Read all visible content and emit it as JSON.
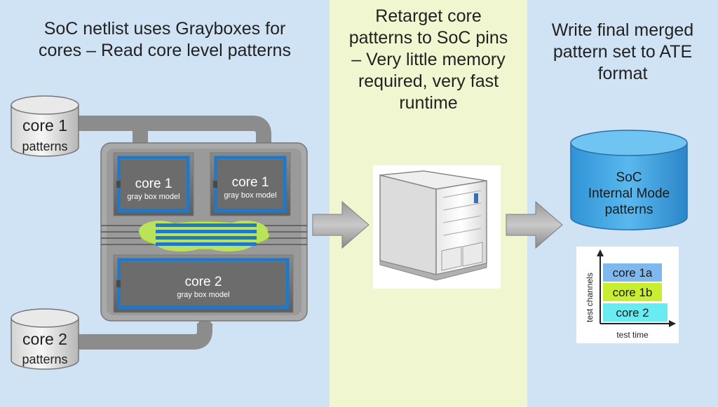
{
  "colors": {
    "blue_panel": "#cfe3f5",
    "green_panel": "#f0f7d0",
    "core_blue": "#1f78c8",
    "cloud_green": "#b9e35a",
    "db_blue": "#42a9e3",
    "bar_core1a": "#7fb8ee",
    "bar_core1b": "#c7ef2f",
    "bar_core2": "#68ecf2"
  },
  "headings": {
    "left_line1": "SoC netlist uses Grayboxes for",
    "left_line2": "cores – Read core level patterns",
    "mid_line1": "Retarget core",
    "mid_line2": "patterns to SoC pins",
    "mid_line3": "– Very little memory",
    "mid_line4": "required, very fast",
    "mid_line5": "runtime",
    "right_line1": "Write final merged",
    "right_line2": "pattern set to ATE",
    "right_line3": "format"
  },
  "databases": {
    "core1_line1": "core 1",
    "core1_line2": "patterns",
    "core2_line1": "core 2",
    "core2_line2": "patterns",
    "soc_line1": "SoC",
    "soc_line2": "Internal Mode",
    "soc_line3": "patterns"
  },
  "soc_block": {
    "core1_title": "core 1",
    "core1_subtitle": "gray box model",
    "core2_title": "core 2",
    "core2_subtitle": "gray box model"
  },
  "mini_chart": {
    "y_axis_label": "test channels",
    "x_axis_label": "test time",
    "bars": [
      {
        "label": "core 1a",
        "color": "#7fb8ee"
      },
      {
        "label": "core 1b",
        "color": "#c7ef2f"
      },
      {
        "label": "core 2",
        "color": "#68ecf2"
      }
    ]
  },
  "icons": [
    "database-icon",
    "server-tower-icon",
    "flow-arrow-icon",
    "chip-block-icon"
  ]
}
